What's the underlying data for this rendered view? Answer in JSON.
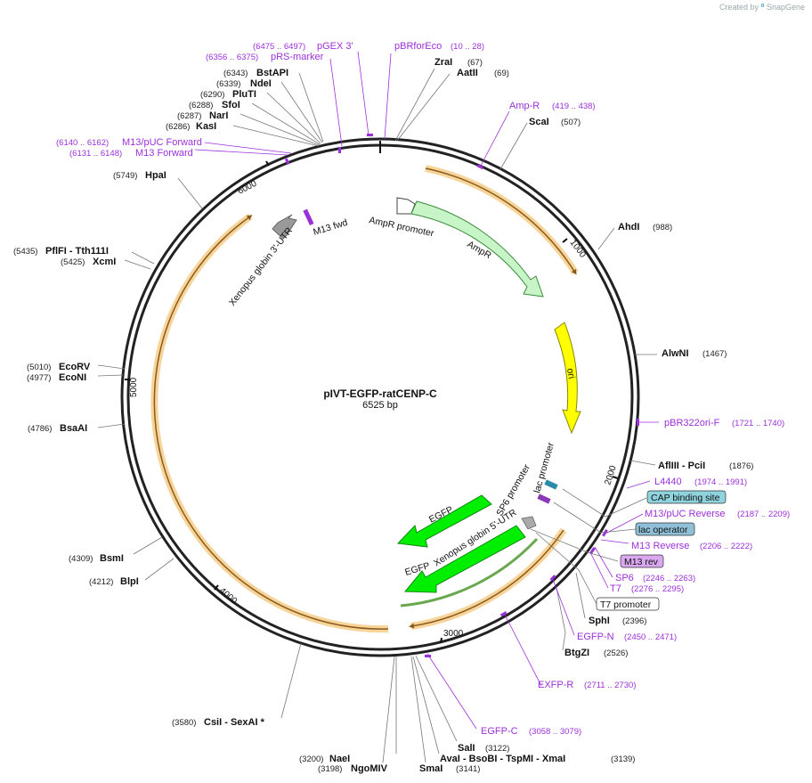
{
  "credit": {
    "prefix": "Created by",
    "brand": "SnapGene"
  },
  "plasmid": {
    "name": "pIVT-EGFP-ratCENP-C",
    "length": "6525 bp"
  },
  "ticks": [
    "1000",
    "2000",
    "3000",
    "4000",
    "5000",
    "6000"
  ],
  "enzymes": [
    {
      "name": "ZraI",
      "pos": "(67)"
    },
    {
      "name": "AatII",
      "pos": "(69)"
    },
    {
      "name": "ScaI",
      "pos": "(507)"
    },
    {
      "name": "AhdI",
      "pos": "(988)"
    },
    {
      "name": "AlwNI",
      "pos": "(1467)"
    },
    {
      "name": "AflIII - PciI",
      "pos": "(1876)"
    },
    {
      "name": "SphI",
      "pos": "(2396)"
    },
    {
      "name": "BtgZI",
      "pos": "(2526)"
    },
    {
      "name": "SalI",
      "pos": "(3122)"
    },
    {
      "name": "AvaI - BsoBI - TspMI - XmaI",
      "pos": "(3139)"
    },
    {
      "name": "SmaI",
      "pos": "(3141)"
    },
    {
      "name": "NaeI",
      "pos": "(3200)"
    },
    {
      "name": "NgoMIV",
      "pos": "(3198)"
    },
    {
      "name": "CsiI - SexAI *",
      "pos": "(3580)"
    },
    {
      "name": "BlpI",
      "pos": "(4212)"
    },
    {
      "name": "BsmI",
      "pos": "(4309)"
    },
    {
      "name": "BsaAI",
      "pos": "(4786)"
    },
    {
      "name": "EcoNI",
      "pos": "(4977)"
    },
    {
      "name": "EcoRV",
      "pos": "(5010)"
    },
    {
      "name": "XcmI",
      "pos": "(5425)"
    },
    {
      "name": "PflFI - Tth111I",
      "pos": "(5435)"
    },
    {
      "name": "HpaI",
      "pos": "(5749)"
    },
    {
      "name": "KasI",
      "pos": "(6286)"
    },
    {
      "name": "NarI",
      "pos": "(6287)"
    },
    {
      "name": "SfoI",
      "pos": "(6288)"
    },
    {
      "name": "PluTI",
      "pos": "(6290)"
    },
    {
      "name": "NdeI",
      "pos": "(6339)"
    },
    {
      "name": "BstAPI",
      "pos": "(6343)"
    }
  ],
  "primers": [
    {
      "name": "pBRforEco",
      "pos": "(10 .. 28)"
    },
    {
      "name": "Amp-R",
      "pos": "(419 .. 438)"
    },
    {
      "name": "pBR322ori-F",
      "pos": "(1721 .. 1740)"
    },
    {
      "name": "L4440",
      "pos": "(1974 .. 1991)"
    },
    {
      "name": "M13/pUC Reverse",
      "pos": "(2187 .. 2209)"
    },
    {
      "name": "M13 Reverse",
      "pos": "(2206 .. 2222)"
    },
    {
      "name": "SP6",
      "pos": "(2246 .. 2263)"
    },
    {
      "name": "T7",
      "pos": "(2276 .. 2295)"
    },
    {
      "name": "EGFP-N",
      "pos": "(2450 .. 2471)"
    },
    {
      "name": "EXFP-R",
      "pos": "(2711 .. 2730)"
    },
    {
      "name": "EGFP-C",
      "pos": "(3058 .. 3079)"
    },
    {
      "name": "M13 Forward",
      "pos": "(6131 .. 6148)"
    },
    {
      "name": "M13/pUC Forward",
      "pos": "(6140 .. 6162)"
    },
    {
      "name": "pRS-marker",
      "pos": "(6356 .. 6375)"
    },
    {
      "name": "pGEX 3'",
      "pos": "(6475 .. 6497)"
    }
  ],
  "boxed_features": [
    {
      "name": "CAP binding site",
      "color": "#8fd3df"
    },
    {
      "name": "lac operator",
      "color": "#8fc0d8"
    },
    {
      "name": "M13 rev",
      "color": "#d9a8f0"
    },
    {
      "name": "T7 promoter",
      "color": "#ffffff"
    }
  ],
  "features": {
    "ampr_promoter": "AmpR promoter",
    "ampr": "AmpR",
    "ori": "ori",
    "lac_promoter": "lac promoter",
    "sp6_promoter": "SP6 promoter",
    "xenopus_5": "Xenopus globin 5'-UTR",
    "egfp_inner": "EGFP",
    "egfp_outer": "EGFP",
    "xenopus_3": "Xenopus globin 3'-UTR",
    "m13_fwd": "M13 fwd"
  },
  "colors": {
    "ampr": "#c8f5c8",
    "ori": "#ffff00",
    "egfp": "#00ee00",
    "orf_halo": "#f7d49a",
    "orf_line": "#8b5a1a",
    "primer": "#9b30d9"
  }
}
